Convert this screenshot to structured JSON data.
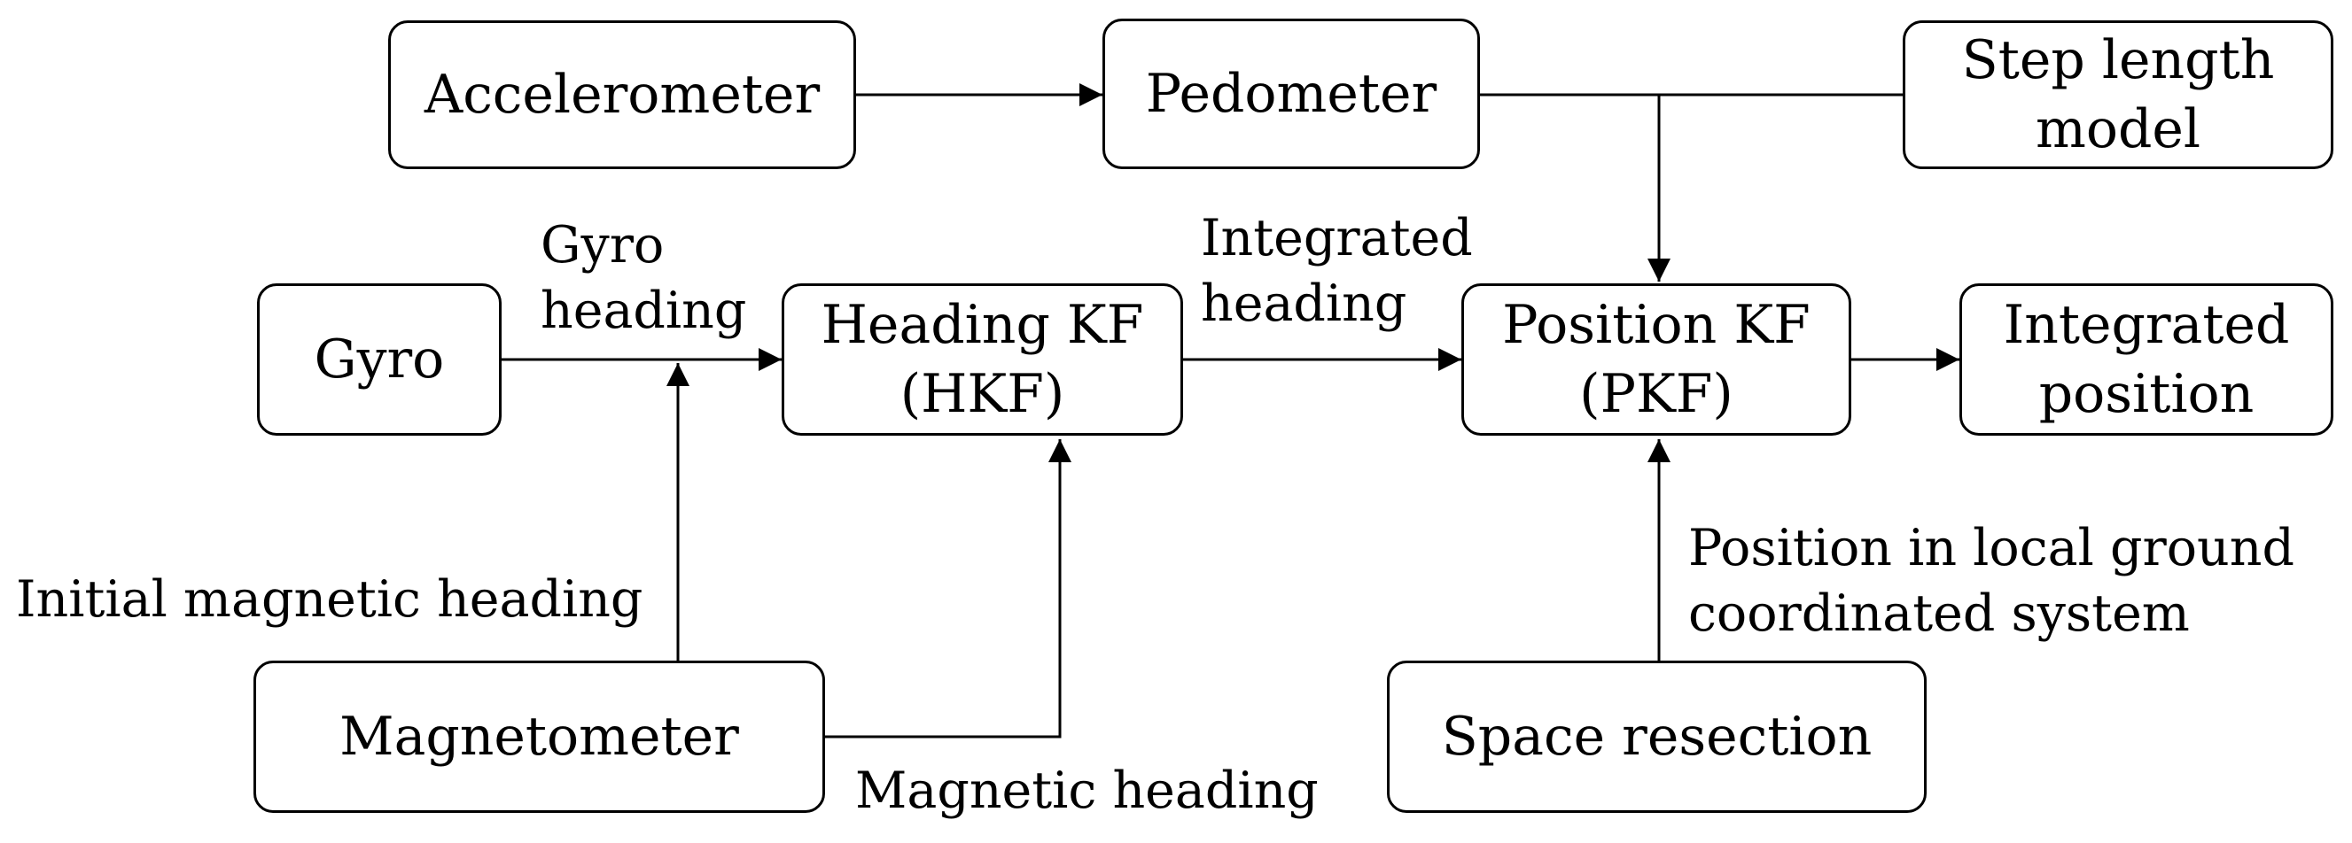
{
  "nodes": {
    "accelerometer": [
      "Accelerometer"
    ],
    "pedometer": [
      "Pedometer"
    ],
    "step_length_model": [
      "Step length",
      "model"
    ],
    "gyro": [
      "Gyro"
    ],
    "heading_kf": [
      "Heading KF",
      "(HKF)"
    ],
    "position_kf": [
      "Position KF",
      "(PKF)"
    ],
    "integrated_position": [
      "Integrated",
      "position"
    ],
    "magnetometer": [
      "Magnetometer"
    ],
    "space_resection": [
      "Space resection"
    ]
  },
  "edge_labels": {
    "gyro_heading": [
      "Gyro",
      "heading"
    ],
    "integrated_heading": [
      "Integrated",
      "heading"
    ],
    "initial_magnetic_heading": [
      "Initial magnetic heading"
    ],
    "magnetic_heading": [
      "Magnetic heading"
    ],
    "position_local": [
      "Position in local ground",
      "coordinated system"
    ]
  },
  "colors": {
    "stroke": "#000000",
    "background": "#ffffff"
  }
}
